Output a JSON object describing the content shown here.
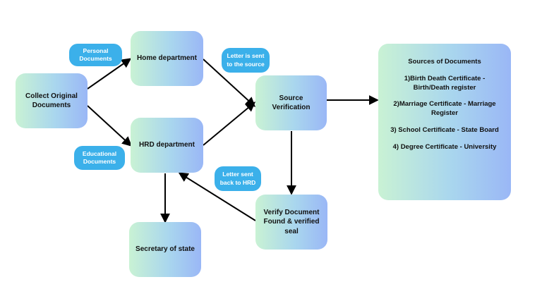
{
  "nodes": {
    "collect": "Collect Original Documents",
    "home": "Home department",
    "hrd": "HRD department",
    "source_verification": "Source Verification",
    "verify": "Verify Document Found & verified seal",
    "secretary": "Secretary of state"
  },
  "labels": {
    "personal": "Personal Documents",
    "educational": "Educational Documents",
    "letter_sent": "Letter is sent to the source",
    "letter_back": "Letter sent back to HRD"
  },
  "sources": {
    "title": "Sources of Documents",
    "items": [
      "1)Birth Death Certificate - Birth/Death register",
      "2)Marriage Certificate - Marriage Register",
      "3) School Certificate - State Board",
      "4) Degree Certificate - University"
    ]
  },
  "colors": {
    "node_gradient_start": "#c9f2d4",
    "node_gradient_end": "#9ab7f6",
    "pill": "#3bb0ea",
    "arrow": "#000000"
  }
}
